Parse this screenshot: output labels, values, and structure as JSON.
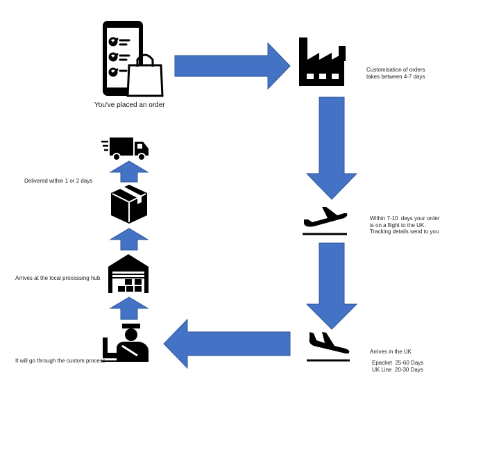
{
  "diagram": {
    "steps": [
      {
        "id": "order",
        "icon": "phone-checklist-bag-icon",
        "label": "You've placed an order"
      },
      {
        "id": "factory",
        "icon": "factory-icon",
        "label": "Customisation of orders\ntakes between 4-7 days"
      },
      {
        "id": "departing",
        "icon": "plane-departing-icon",
        "label": "Within 7-10  days your order\nis on a flight to the UK.\nTracking details send to you"
      },
      {
        "id": "arriving",
        "icon": "plane-landing-icon",
        "label": "Arrives in the UK",
        "sublabel": "Epacket  25-60 Days\nUK Line  20-30 Days"
      },
      {
        "id": "customs",
        "icon": "customs-officer-icon",
        "label": "It will go through the custom process"
      },
      {
        "id": "hub",
        "icon": "warehouse-icon",
        "label": "Arrives at the local processing hub"
      },
      {
        "id": "box",
        "icon": "package-box-icon",
        "label": "Delivered within 1 or 2 days"
      },
      {
        "id": "truck",
        "icon": "delivery-truck-icon",
        "label": ""
      }
    ],
    "arrow_color": "#4472C4",
    "arrow_border": "#2F5597",
    "icon_color": "#000000"
  }
}
